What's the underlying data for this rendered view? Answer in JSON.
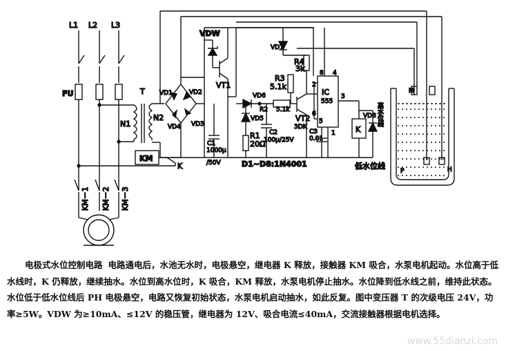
{
  "diagram": {
    "line_labels": [
      "L1",
      "L2",
      "L3"
    ],
    "fuse_label": "FU",
    "transformer_label": "T",
    "primary_label": "N1",
    "secondary_label": "N2",
    "km_coil_label": "KM",
    "km_contact_labels": [
      "KM－1",
      "KM－2",
      "KM－3"
    ],
    "k_contact_label": "K",
    "vdw_label": "VDW",
    "vt1_label": "VT1",
    "bridge_labels": [
      "VD1",
      "VD2",
      "VD3",
      "VD4"
    ],
    "c1_label": "C1",
    "c1_value_1": "1000μ",
    "c1_value_2": "/50V",
    "vd7_label": "VD7",
    "r4_label": "R4",
    "r4_value": "3k",
    "r3_label": "R3",
    "r3_value": "5.1k",
    "vd6_label": "VD6",
    "r2_label": "R2",
    "r2_value": "5.1k",
    "vd5_label": "VD5",
    "r1_label": "R1",
    "r1_value": "20Ω",
    "c2_label": "C2",
    "c2_value": "100μ/25V",
    "vt2_label": "VT2",
    "vt2_value": "3DK",
    "c3_label": "C3",
    "c3_value": "0.01",
    "ic_label": "IC",
    "ic_value": "555",
    "ic_pins": [
      "8",
      "4",
      "2",
      "3",
      "6",
      "1",
      "5"
    ],
    "vd8_label": "VD8",
    "relay_label": "K",
    "high_level_label": "高水位线",
    "low_level_label": "低水位线",
    "diode_note": "D1~D8:1N4001",
    "electrode_m": "M",
    "electrode_p": "P",
    "electrode_h": "H"
  },
  "caption": {
    "title": "电极式水位控制电路",
    "text": "电路通电后，水池无水时，电极悬空，继电器 K 释放，接触器 KM 吸合，水泵电机起动。水位高于低水线时，K 仍释放，继续抽水。水位到高水位时，K 吸合，KM 释放，水泵电机停止抽水。水位降到低水线之前，维持此状态。水位低于低水位线后 PH 电极悬空，电路又恢复初始状态，水泵电机启动抽水，如此反复。图中变压器 T 的次级电压 24V，功率≥5W。VDW 为≥10mA、≤12V 的稳压管，继电器为 12V、吸合电流≤40mA，交流接触器根据电机选择。"
  },
  "watermark": "www.55dianzi.com"
}
